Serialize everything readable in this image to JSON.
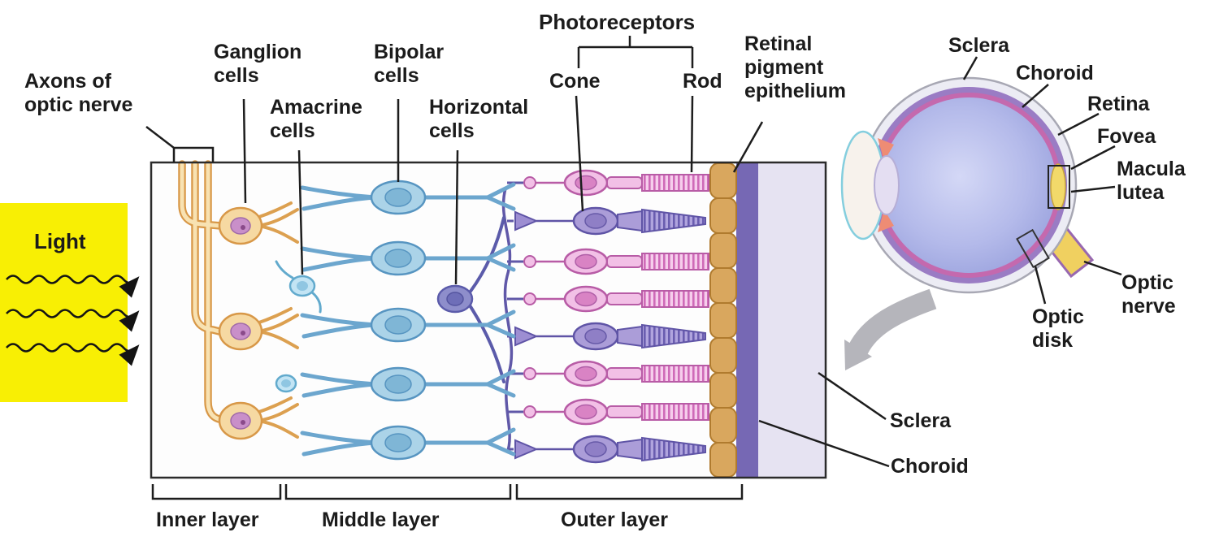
{
  "title": "Retina structure diagram",
  "colors": {
    "light_box": "#f8ef04",
    "ganglion_cell": "#f6d9a2",
    "bipolar_cell": "#abd3e8",
    "rod_pink": "#f2c0e6",
    "cone_purple": "#ab9dd8",
    "rpe_tan": "#d9a75e",
    "choroid_purple": "#7668b4",
    "sclera_lavender": "#e6e3f2",
    "eye_vitreous": "#b4baea",
    "arrow_gray": "#b5b5bb"
  },
  "light_panel": {
    "label": "Light"
  },
  "cross_section": {
    "labels": {
      "axons": "Axons of\noptic nerve",
      "ganglion": "Ganglion\ncells",
      "amacrine": "Amacrine\ncells",
      "bipolar": "Bipolar\ncells",
      "horizontal": "Horizontal\ncells",
      "photoreceptors": "Photoreceptors",
      "cone": "Cone",
      "rod": "Rod",
      "rpe": "Retinal\npigment\nepithelium",
      "sclera": "Sclera",
      "choroid": "Choroid"
    },
    "layers": {
      "inner": "Inner layer",
      "middle": "Middle layer",
      "outer": "Outer layer"
    }
  },
  "eye": {
    "labels": {
      "sclera": "Sclera",
      "choroid": "Choroid",
      "retina": "Retina",
      "fovea": "Fovea",
      "macula": "Macula\nlutea",
      "optic_nerve": "Optic\nnerve",
      "optic_disk": "Optic\ndisk"
    }
  }
}
